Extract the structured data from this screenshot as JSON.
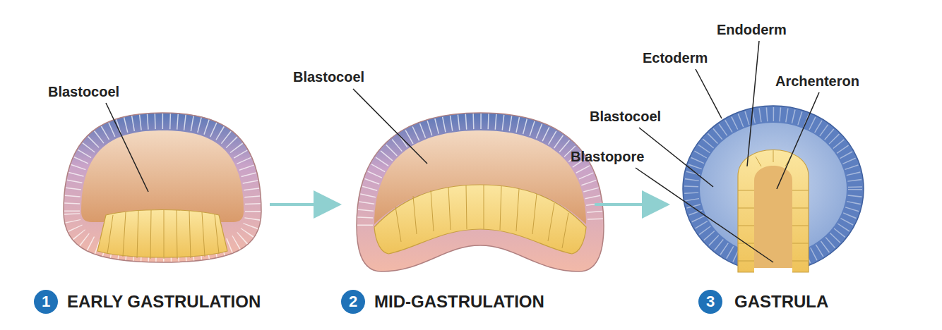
{
  "diagram": {
    "nodes": [
      {
        "text": [
          "1"
        ]
      },
      {
        "text": [
          "2"
        ]
      },
      {
        "text": [
          "3"
        ]
      }
    ],
    "labels": [
      "Blastocoel",
      "EARLY GASTRULATION",
      "Blastocoel",
      "MID-GASTRULATION",
      "Endoderm",
      "Ectoderm",
      "Archenteron",
      "Blastocoel",
      "Blastopore",
      "GASTRULA"
    ]
  }
}
